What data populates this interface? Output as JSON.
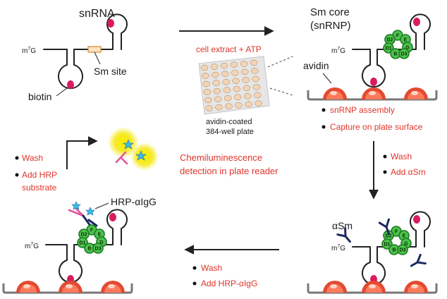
{
  "labels": {
    "snrna": "snRNA",
    "m7g": "m",
    "m7g_sup": "7",
    "m7g_g": "G",
    "sm_site": "Sm site",
    "biotin": "biotin",
    "sm_core_line1": "Sm core",
    "sm_core_line2": "(snRNP)",
    "avidin": "avidin",
    "cell_extract": "cell extract + ATP",
    "plate_line1": "avidin-coated",
    "plate_line2": "384-well plate",
    "alpha_sm": "αSm",
    "hrp_aigg": "HRP-αIgG",
    "chemi_line1": "Chemiluminescence",
    "chemi_line2": "detection in plate reader"
  },
  "steps": {
    "step1": [
      "snRNP assembly",
      "Capture on plate surface"
    ],
    "step2": [
      "Wash",
      "Add αSm"
    ],
    "step3": [
      "Wash",
      "Add HRP-αIgG"
    ],
    "step4": [
      "Wash",
      "Add HRP",
      "substrate"
    ]
  },
  "sm_proteins": [
    "D2",
    "F",
    "E",
    "G",
    "D1",
    "B",
    "D3"
  ],
  "colors": {
    "red_text": "#e0342a",
    "sm_green": "#4cc24a",
    "bead": "#e34a31",
    "antibody": "#1b2a5e",
    "hrp": "#e0559a",
    "glow": "#f5e600",
    "star": "#40b8e8"
  }
}
